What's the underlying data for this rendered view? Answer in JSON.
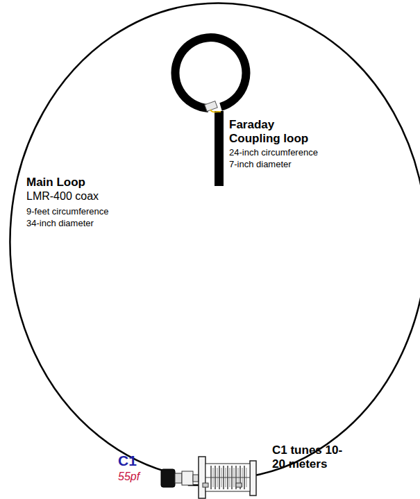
{
  "diagram": {
    "labels": [
      "Faraday Coupling loop",
      "24-inch circumference",
      "7-inch diameter",
      "Main Loop",
      "LMR-400 coax",
      "9-feet circumference",
      "34-inch diameter",
      "C1",
      "55pf",
      "C1 tunes 10-20 meters"
    ]
  }
}
